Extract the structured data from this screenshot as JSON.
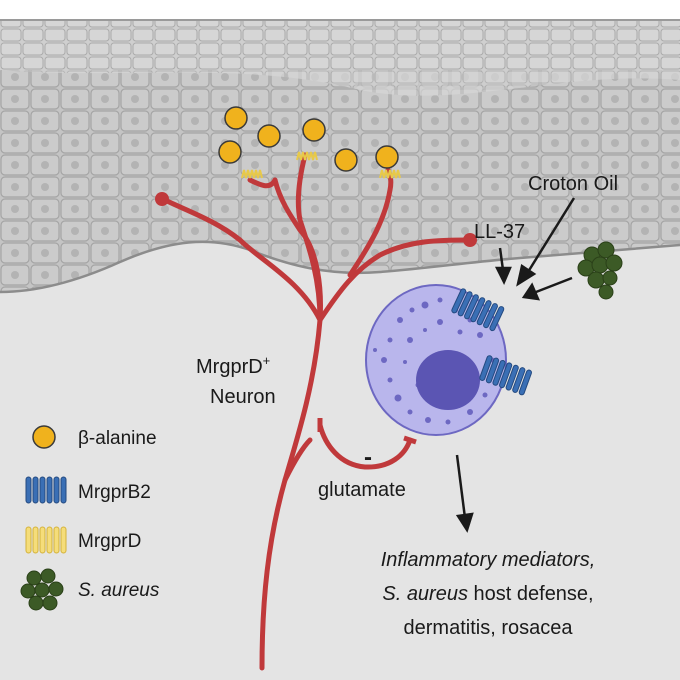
{
  "labels": {
    "croton_oil": "Croton Oil",
    "ll37": "LL-37",
    "neuron_line1": "MrgprD",
    "neuron_sup": "+",
    "neuron_line2": "Neuron",
    "minus": "-",
    "glutamate": "glutamate"
  },
  "legend": {
    "items": [
      {
        "label": "β-alanine",
        "icon": "yellow-circle-icon"
      },
      {
        "label": "MrgprB2",
        "icon": "blue-receptor-icon"
      },
      {
        "label": "MrgprD",
        "icon": "yellow-receptor-icon"
      },
      {
        "label": "S. aureus",
        "icon": "bacteria-cluster-icon"
      }
    ]
  },
  "outcome": {
    "line1": "Inflammatory mediators,",
    "line2_italic": "S. aureus",
    "line2_rest": " host defense,",
    "line3": "dermatitis, rosacea"
  },
  "colors": {
    "skin": "#c8c8c8",
    "skin_dark": "#a8a8a8",
    "dermis": "#e6e6e6",
    "neuron": "#c0393b",
    "mast_cell": "#b9b6ec",
    "nucleus": "#5b55b3",
    "mrgprb2": "#3a6fb5",
    "mrgprd": "#e8c948",
    "beta_alanine": "#f0b21d",
    "s_aureus": "#3c5a26"
  }
}
